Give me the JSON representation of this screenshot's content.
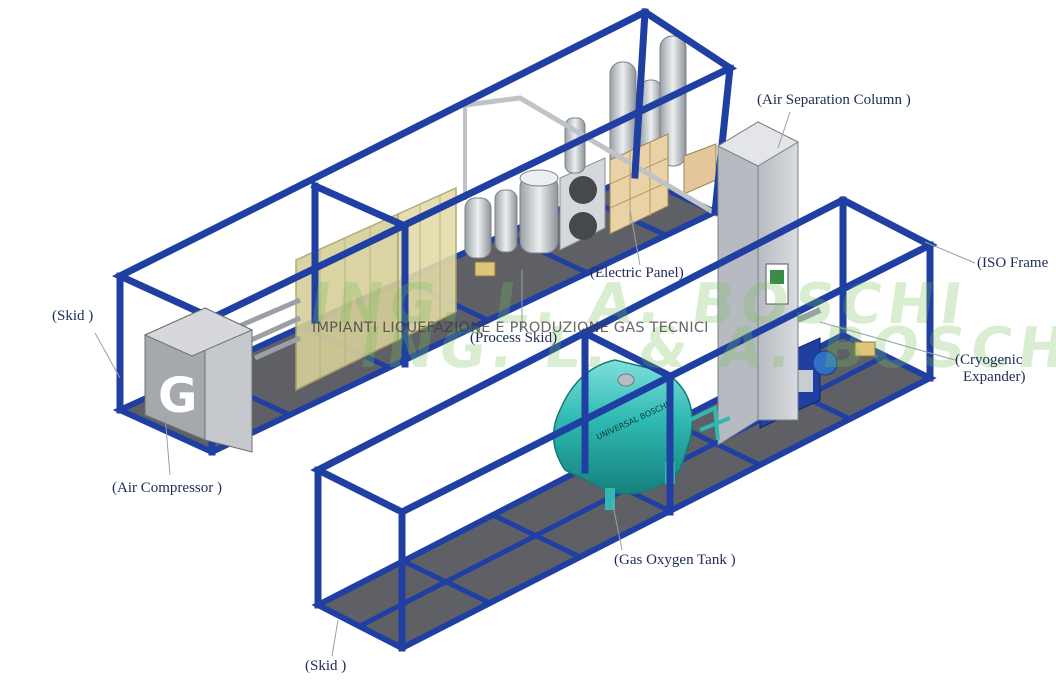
{
  "labels": {
    "air_separation_column": "(Air Separation Column )",
    "iso_frame": "(ISO Frame",
    "cryogenic_expander_line1": "(Cryogenic",
    "cryogenic_expander_line2": "Expander)",
    "electric_panel": "(Electric Panel)",
    "process_skid": "(Process Skid)",
    "skid_upper": "(Skid )",
    "air_compressor": "(Air Compressor )",
    "gas_oxygen_tank": "(Gas Oxygen Tank )",
    "skid_lower": "(Skid )"
  },
  "tank_brand": "UNIVERSAL BOSCHI",
  "compressor_logo": "G",
  "watermark": {
    "brand_line": "ING. L. A. BOSCHI",
    "brand_line_2": "ING. L. & A. BOSCHI",
    "tagline": "IMPIANTI LIQUEFAZIONE E PRODUZIONE GAS TECNICI"
  },
  "colors": {
    "frame": "#1f3fa3",
    "frame_dark": "#152d7a",
    "floor": "#6b6b6b",
    "tank": "#2fb9b3",
    "column": "#c9cdd2",
    "panel": "#e8d2a6",
    "label_text": "#1d2a55",
    "watermark_green": "#78be5a"
  }
}
